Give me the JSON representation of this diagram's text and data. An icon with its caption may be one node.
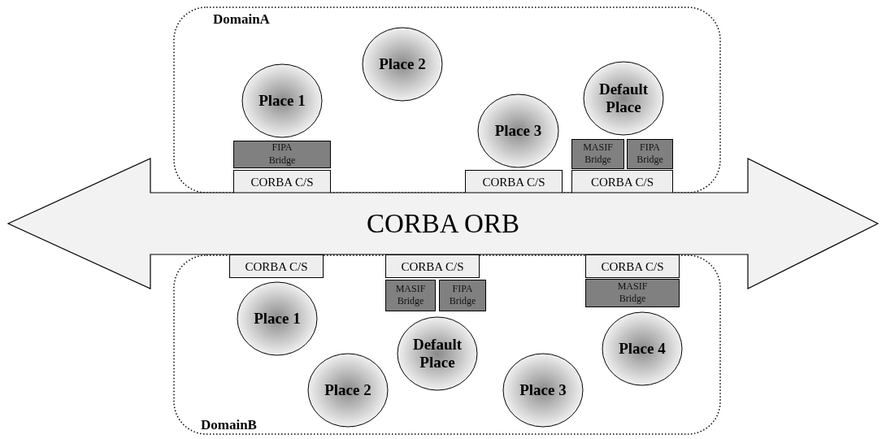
{
  "diagram": {
    "nodes": [
      {
        "text": [
          "DomainA"
        ]
      },
      {
        "text": [
          "Place 2"
        ],
        "in": 0
      },
      {
        "text": [
          "Place 1"
        ],
        "in": 0
      },
      {
        "text": [
          "Default Place"
        ],
        "in": 0
      },
      {
        "text": [
          "Place 3"
        ],
        "in": 0
      },
      {
        "text": [
          "FIPA Bridge"
        ],
        "in": 0
      },
      {
        "text": [
          "MASIF Bridge"
        ],
        "in": 0
      },
      {
        "text": [
          "FIPA Bridge"
        ],
        "in": 0
      },
      {
        "text": [
          "CORBA C/S"
        ],
        "in": 0
      },
      {
        "text": [
          "CORBA C/S"
        ],
        "in": 0
      },
      {
        "text": [
          "CORBA C/S"
        ],
        "in": 0
      },
      {
        "text": [
          "CORBA ORB"
        ]
      },
      {
        "text": [
          "DomainB"
        ]
      },
      {
        "text": [
          "CORBA C/S"
        ],
        "in": 12
      },
      {
        "text": [
          "CORBA C/S"
        ],
        "in": 12
      },
      {
        "text": [
          "CORBA C/S"
        ],
        "in": 12
      },
      {
        "text": [
          "MASIF Bridge"
        ],
        "in": 12
      },
      {
        "text": [
          "FIPA Bridge"
        ],
        "in": 12
      },
      {
        "text": [
          "MASIF Bridge"
        ],
        "in": 12
      },
      {
        "text": [
          "Place 1"
        ],
        "in": 12
      },
      {
        "text": [
          "Default Place"
        ],
        "in": 12
      },
      {
        "text": [
          "Place 4"
        ],
        "in": 12
      },
      {
        "text": [
          "Place 2"
        ],
        "in": 12
      },
      {
        "text": [
          "Place 3"
        ],
        "in": 12
      }
    ]
  }
}
